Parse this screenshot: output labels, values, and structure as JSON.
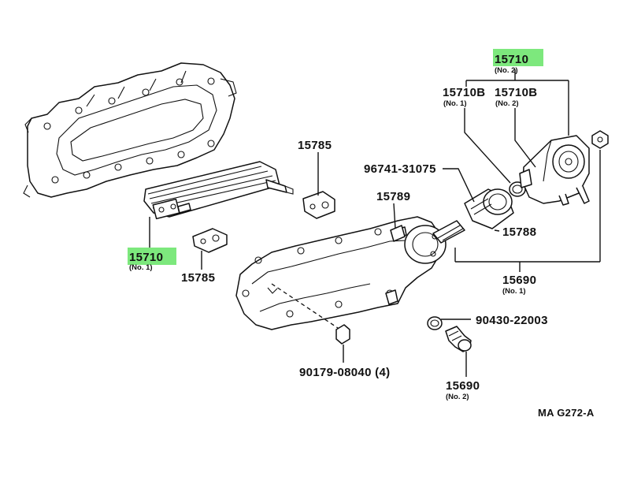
{
  "highlight_color": "#7de87d",
  "labels": {
    "p15710_no2": "15710",
    "p15710_no2_sub": "(No. 2)",
    "p15710b_no1": "15710B",
    "p15710b_no1_sub": "(No. 1)",
    "p15710b_no2": "15710B",
    "p15710b_no2_sub": "(No. 2)",
    "p15785_top": "15785",
    "p96741": "96741-31075",
    "p15789": "15789",
    "p15788": "15788",
    "p15710_no1": "15710",
    "p15710_no1_sub": "(No. 1)",
    "p15785_bottom": "15785",
    "p15690_no1": "15690",
    "p15690_no1_sub": "(No. 1)",
    "p90430": "90430-22003",
    "p90179": "90179-08040 (4)",
    "p15690_no2": "15690",
    "p15690_no2_sub": "(No. 2)",
    "ref_code": "MA G272-A"
  }
}
